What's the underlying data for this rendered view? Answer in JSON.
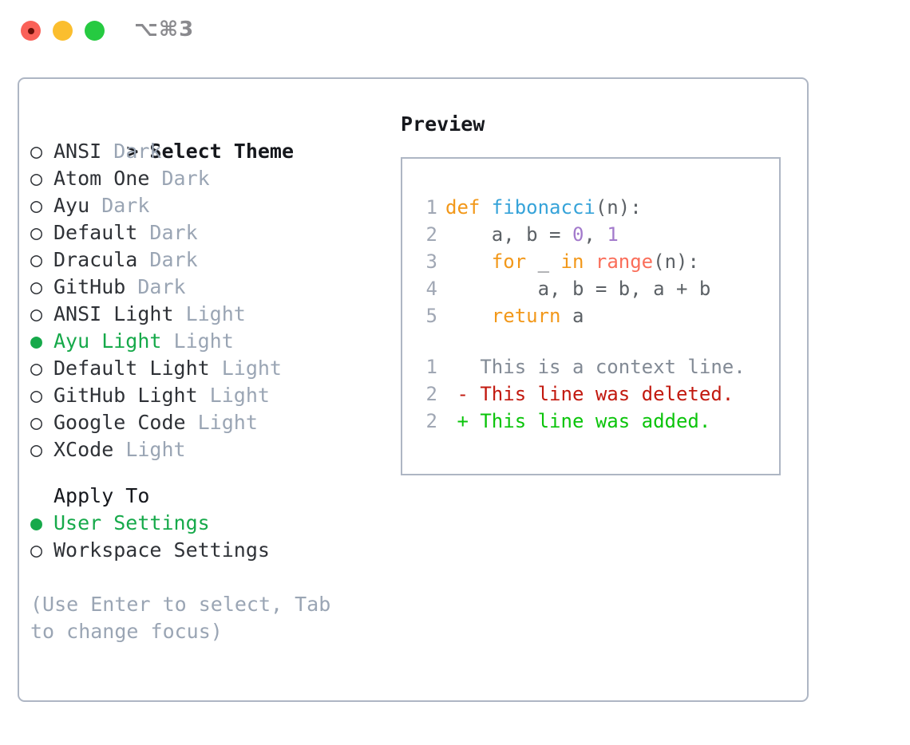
{
  "window": {
    "traffic_lights": [
      "close",
      "minimize",
      "zoom"
    ],
    "shortcut_label": "⌥⌘3",
    "colors": {
      "close": "#fa6158",
      "minimize": "#fbbe2e",
      "zoom": "#26ca41",
      "panel_border": "#aeb6c4",
      "accent_green": "#16a94a",
      "muted": "#9aa5b4"
    }
  },
  "theme_picker": {
    "heading": "Select Theme",
    "caret": ">",
    "marker_unselected": "○",
    "marker_selected": "●",
    "items": [
      {
        "name": "ANSI",
        "mode": "Dark",
        "selected": false
      },
      {
        "name": "Atom One",
        "mode": "Dark",
        "selected": false
      },
      {
        "name": "Ayu",
        "mode": "Dark",
        "selected": false
      },
      {
        "name": "Default",
        "mode": "Dark",
        "selected": false
      },
      {
        "name": "Dracula",
        "mode": "Dark",
        "selected": false
      },
      {
        "name": "GitHub",
        "mode": "Dark",
        "selected": false
      },
      {
        "name": "ANSI Light",
        "mode": "Light",
        "selected": false
      },
      {
        "name": "Ayu Light",
        "mode": "Light",
        "selected": true
      },
      {
        "name": "Default Light",
        "mode": "Light",
        "selected": false
      },
      {
        "name": "GitHub Light",
        "mode": "Light",
        "selected": false
      },
      {
        "name": "Google Code",
        "mode": "Light",
        "selected": false
      },
      {
        "name": "XCode",
        "mode": "Light",
        "selected": false
      }
    ]
  },
  "apply_to": {
    "heading": "Apply To",
    "options": [
      {
        "label": "User Settings",
        "selected": true
      },
      {
        "label": "Workspace Settings",
        "selected": false
      }
    ]
  },
  "hint": "(Use Enter to select, Tab to change focus)",
  "preview": {
    "title": "Preview",
    "code_lines": [
      {
        "no": "1",
        "tokens": [
          {
            "t": "def ",
            "c": "kw"
          },
          {
            "t": "fibonacci",
            "c": "fn"
          },
          {
            "t": "(n):",
            "c": "punct"
          }
        ]
      },
      {
        "no": "2",
        "tokens": [
          {
            "t": "    a, b = ",
            "c": "plain"
          },
          {
            "t": "0",
            "c": "num"
          },
          {
            "t": ", ",
            "c": "plain"
          },
          {
            "t": "1",
            "c": "num"
          }
        ]
      },
      {
        "no": "3",
        "tokens": [
          {
            "t": "    ",
            "c": "plain"
          },
          {
            "t": "for",
            "c": "kw"
          },
          {
            "t": " _ ",
            "c": "plain"
          },
          {
            "t": "in",
            "c": "kw"
          },
          {
            "t": " ",
            "c": "plain"
          },
          {
            "t": "range",
            "c": "builtin"
          },
          {
            "t": "(n):",
            "c": "punct"
          }
        ]
      },
      {
        "no": "4",
        "tokens": [
          {
            "t": "        a, b = b, a + b",
            "c": "plain"
          }
        ]
      },
      {
        "no": "5",
        "tokens": [
          {
            "t": "    ",
            "c": "plain"
          },
          {
            "t": "return",
            "c": "kw"
          },
          {
            "t": " a",
            "c": "plain"
          }
        ]
      }
    ],
    "diff_lines": [
      {
        "no": "1",
        "sign": " ",
        "text": " This is a context line.",
        "kind": "ctx"
      },
      {
        "no": "2",
        "sign": "-",
        "text": " This line was deleted.",
        "kind": "del"
      },
      {
        "no": "2",
        "sign": "+",
        "text": " This line was added.",
        "kind": "add"
      }
    ]
  }
}
